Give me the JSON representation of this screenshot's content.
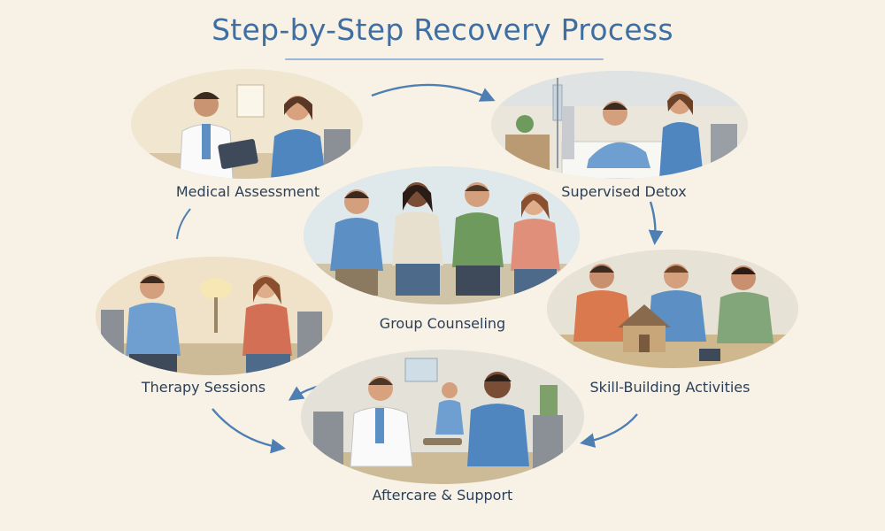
{
  "title": "Step-by-Step Recovery Process",
  "steps": [
    {
      "label": "Medical Assessment"
    },
    {
      "label": "Supervised Detox"
    },
    {
      "label": "Group Counseling"
    },
    {
      "label": "Skill-Building Activities"
    },
    {
      "label": "Aftercare & Support"
    },
    {
      "label": "Therapy Sessions"
    }
  ],
  "colors": {
    "title": "#3d6fa3",
    "caption": "#2b3f57",
    "arrow": "#4d7fb3",
    "background": "#f8f1e6"
  }
}
